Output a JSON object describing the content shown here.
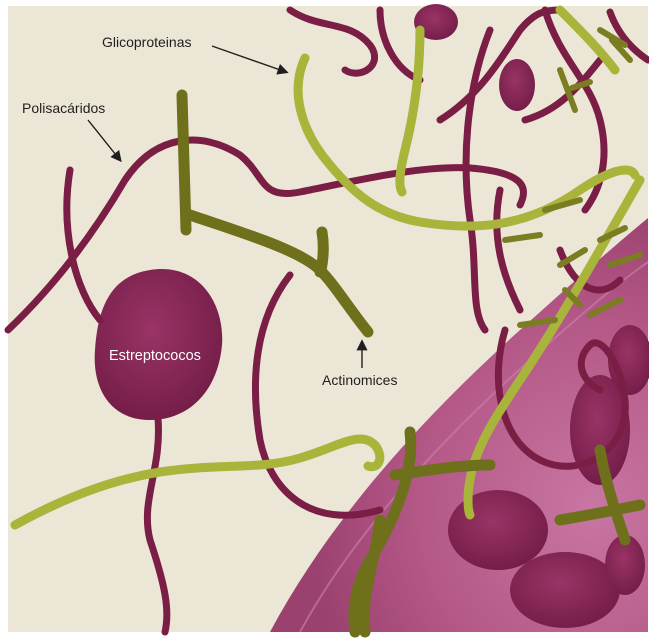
{
  "labels": {
    "glycoproteins": "Glicoproteinas",
    "polysaccharides": "Polisacáridos",
    "streptococci": "Estreptococos",
    "actinomyces": "Actinomices"
  },
  "colors": {
    "background": "#ece6d6",
    "polysaccharide_strand": "#7a1e45",
    "glycoprotein_strand": "#a8b43a",
    "actinomyces_rod": "#6e701b",
    "streptococcus_cell": "#8b2555",
    "tooth_surface": "#b85c8e"
  }
}
